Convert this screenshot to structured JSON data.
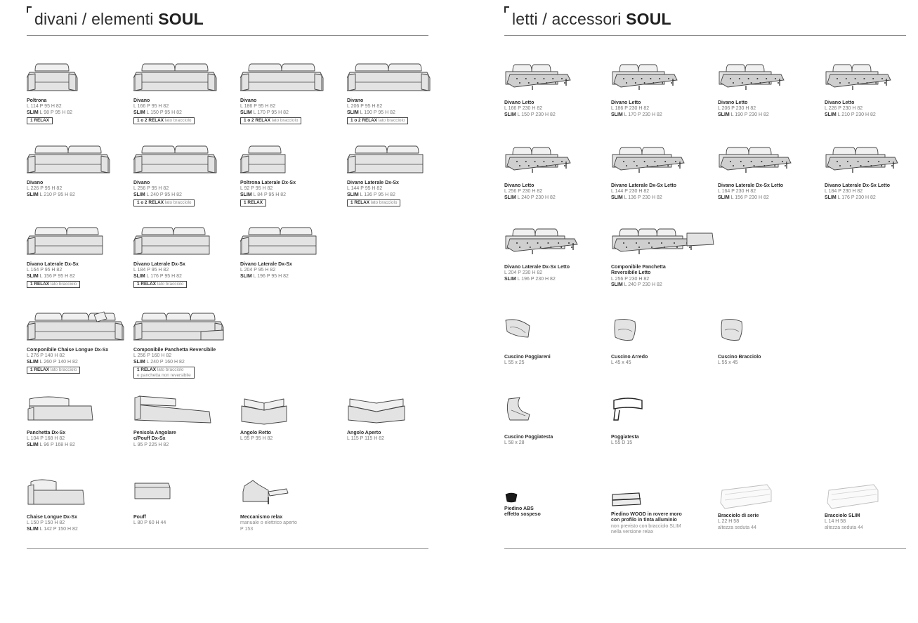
{
  "left": {
    "title_main": "divani / elementi ",
    "title_bold": "SOUL",
    "items": [
      {
        "name": "Poltrona",
        "dims": "L 114 P 95 H 82",
        "slim": "L 98 P 95 H 82",
        "badge_bold": "1 RELAX",
        "badge_text": "",
        "icon": "armchair-icon"
      },
      {
        "name": "Divano",
        "dims": "L 166 P 95 H 82",
        "slim": "L 150 P 95 H 82",
        "badge_bold": "1 o 2 RELAX",
        "badge_text": " lato bracciolo",
        "icon": "sofa-icon"
      },
      {
        "name": "Divano",
        "dims": "L 186 P 95 H 82",
        "slim": "L 170 P 95 H 82",
        "badge_bold": "1 o 2 RELAX",
        "badge_text": " lato bracciolo",
        "icon": "sofa-icon"
      },
      {
        "name": "Divano",
        "dims": "L 206 P 95 H 82",
        "slim": "L 190 P 95 H 82",
        "badge_bold": "1 o 2 RELAX",
        "badge_text": " lato bracciolo",
        "icon": "sofa-icon"
      },
      {
        "name": "Divano",
        "dims": "L 226 P 95 H 82",
        "slim": "L 210 P 95 H 82",
        "icon": "sofa-icon"
      },
      {
        "name": "Divano",
        "dims": "L 256 P 95 H 82",
        "slim": "L 240 P 95 H 82",
        "badge_bold": "1 o 2 RELAX",
        "badge_text": " lato bracciolo",
        "icon": "sofa-icon"
      },
      {
        "name": "Poltrona Laterale Dx-Sx",
        "dims": "L 92 P 95 H 82",
        "slim": "L 84 P 95 H 82",
        "badge_bold": "1 RELAX",
        "badge_text": "",
        "icon": "side-armchair-icon"
      },
      {
        "name": "Divano Laterale Dx-Sx",
        "dims": "L 144 P 95 H 82",
        "slim": "L 136 P 95 H 82",
        "badge_bold": "1 RELAX",
        "badge_text": " lato bracciolo",
        "icon": "side-sofa-icon"
      },
      {
        "name": "Divano Laterale Dx-Sx",
        "dims": "L 164 P 95 H 82",
        "slim": "L 156 P 95 H 82",
        "badge_bold": "1 RELAX",
        "badge_text": " lato bracciolo",
        "icon": "side-sofa-icon"
      },
      {
        "name": "Divano Laterale Dx-Sx",
        "dims": "L 184 P 95 H 82",
        "slim": "L 176 P 95 H 82",
        "badge_bold": "1 RELAX",
        "badge_text": " lato bracciolo",
        "icon": "side-sofa-icon"
      },
      {
        "name": "Divano Laterale Dx-Sx",
        "dims": "L 204 P 95 H 82",
        "slim": "L 196 P 95 H 82",
        "icon": "side-sofa-icon"
      },
      {
        "name": "Componibile Chaise Longue Dx-Sx",
        "dims": "L 276 P 140 H 82",
        "slim": "L 260 P 140 H 82",
        "badge_bold": "1 RELAX",
        "badge_text": " lato bracciolo",
        "icon": "chaise-longue-sofa-icon"
      },
      {
        "name": "Componibile Panchetta Reversibile",
        "dims": "L 256 P 160 H 82",
        "slim": "L 240 P 160 H 82",
        "badge_bold": "1 RELAX",
        "badge_text": " lato bracciolo",
        "badge_line2": "e panchetta non reversibile",
        "icon": "sectional-sofa-icon"
      },
      {
        "name": "Panchetta Dx-Sx",
        "dims": "L 104 P 168 H 82",
        "slim": "L 96 P 168 H 82",
        "icon": "bench-icon"
      },
      {
        "name": "Penisola Angolare",
        "name2": "c/Pouff Dx-Sx",
        "dims": "L 95 P 225 H 82",
        "icon": "corner-peninsula-icon"
      },
      {
        "name": "Angolo Retto",
        "dims": "L 95 P 95 H 82",
        "icon": "right-corner-icon"
      },
      {
        "name": "Angolo Aperto",
        "dims": "L 115 P 115 H 82",
        "icon": "open-corner-icon"
      },
      {
        "name": "Chaise Longue Dx-Sx",
        "dims": "L 150 P 150 H 82",
        "slim": "L 142 P 150 H 82",
        "icon": "chaise-longue-icon"
      },
      {
        "name": "Pouff",
        "dims": "L 80 P 60 H 44",
        "icon": "pouf-icon"
      },
      {
        "name": "Meccanismo relax",
        "note": "manuale o elettrico aperto",
        "note2": "P 153",
        "icon": "recliner-mechanism-icon"
      }
    ]
  },
  "right": {
    "title_main": "letti / accessori ",
    "title_bold": "SOUL",
    "items": [
      {
        "name": "Divano Letto",
        "dims": "L 166 P 230 H 82",
        "slim": "L 150 P 230 H 82",
        "icon": "sofa-bed-icon"
      },
      {
        "name": "Divano Letto",
        "dims": "L 186 P 230 H 82",
        "slim": "L 170 P 230 H 82",
        "icon": "sofa-bed-icon"
      },
      {
        "name": "Divano Letto",
        "dims": "L 206 P 230 H 82",
        "slim": "L 190 P 230 H 82",
        "icon": "sofa-bed-icon"
      },
      {
        "name": "Divano Letto",
        "dims": "L 226 P 230 H 82",
        "slim": "L 210 P 230 H 82",
        "icon": "sofa-bed-icon"
      },
      {
        "name": "Divano Letto",
        "dims": "L 256 P 230 H 82",
        "slim": "L 240 P 230 H 82",
        "icon": "sofa-bed-icon"
      },
      {
        "name": "Divano Laterale Dx-Sx Letto",
        "dims": "L 144 P 230 H 82",
        "slim": "L 136 P 230 H 82",
        "icon": "side-sofa-bed-icon"
      },
      {
        "name": "Divano Laterale Dx-Sx Letto",
        "dims": "L 164 P 230 H 82",
        "slim": "L 156 P 230 H 82",
        "icon": "side-sofa-bed-icon"
      },
      {
        "name": "Divano Laterale Dx-Sx Letto",
        "dims": "L 184 P 230 H 82",
        "slim": "L 176 P 230 H 82",
        "icon": "side-sofa-bed-icon"
      },
      {
        "name": "Divano Laterale Dx-Sx Letto",
        "dims": "L 204 P 230 H 82",
        "slim": "L 196 P 230 H 82",
        "icon": "side-sofa-bed-icon"
      },
      {
        "name": "Componibile Panchetta",
        "name2": "Reversibile Letto",
        "dims": "L 256 P 230 H 82",
        "slim": "L 240 P 230 H 82",
        "icon": "sectional-sofa-bed-icon"
      },
      {
        "name": "Cuscino Poggiareni",
        "dims": "L 55 x 25",
        "icon": "lumbar-cushion-icon"
      },
      {
        "name": "Cuscino Arredo",
        "dims": "L 45 x 45",
        "icon": "square-cushion-icon"
      },
      {
        "name": "Cuscino Bracciolo",
        "dims": "L 55 x 45",
        "icon": "arm-cushion-icon"
      },
      {
        "name": "Cuscino Poggiatesta",
        "dims": "L 58 x 28",
        "icon": "head-cushion-icon"
      },
      {
        "name": "Poggiatesta",
        "dims": "L 55 D 15",
        "icon": "headrest-icon"
      },
      {
        "name": "Piedino ABS",
        "name2": "effetto sospeso",
        "icon": "abs-foot-icon"
      },
      {
        "name": "Piedino WOOD in rovere moro",
        "name2": "con profilo in tinta alluminio",
        "note": "non previsto con bracciolo SLIM",
        "note2": "nella versione relax",
        "icon": "wood-foot-icon"
      },
      {
        "name": "Bracciolo di serie",
        "dims": "L 22 H 58",
        "note": "altezza seduta 44",
        "icon": "standard-armrest-icon"
      },
      {
        "name": "Bracciolo SLIM",
        "dims": "L 14 H 58",
        "note": "altezza seduta 44",
        "icon": "slim-armrest-icon"
      }
    ]
  }
}
